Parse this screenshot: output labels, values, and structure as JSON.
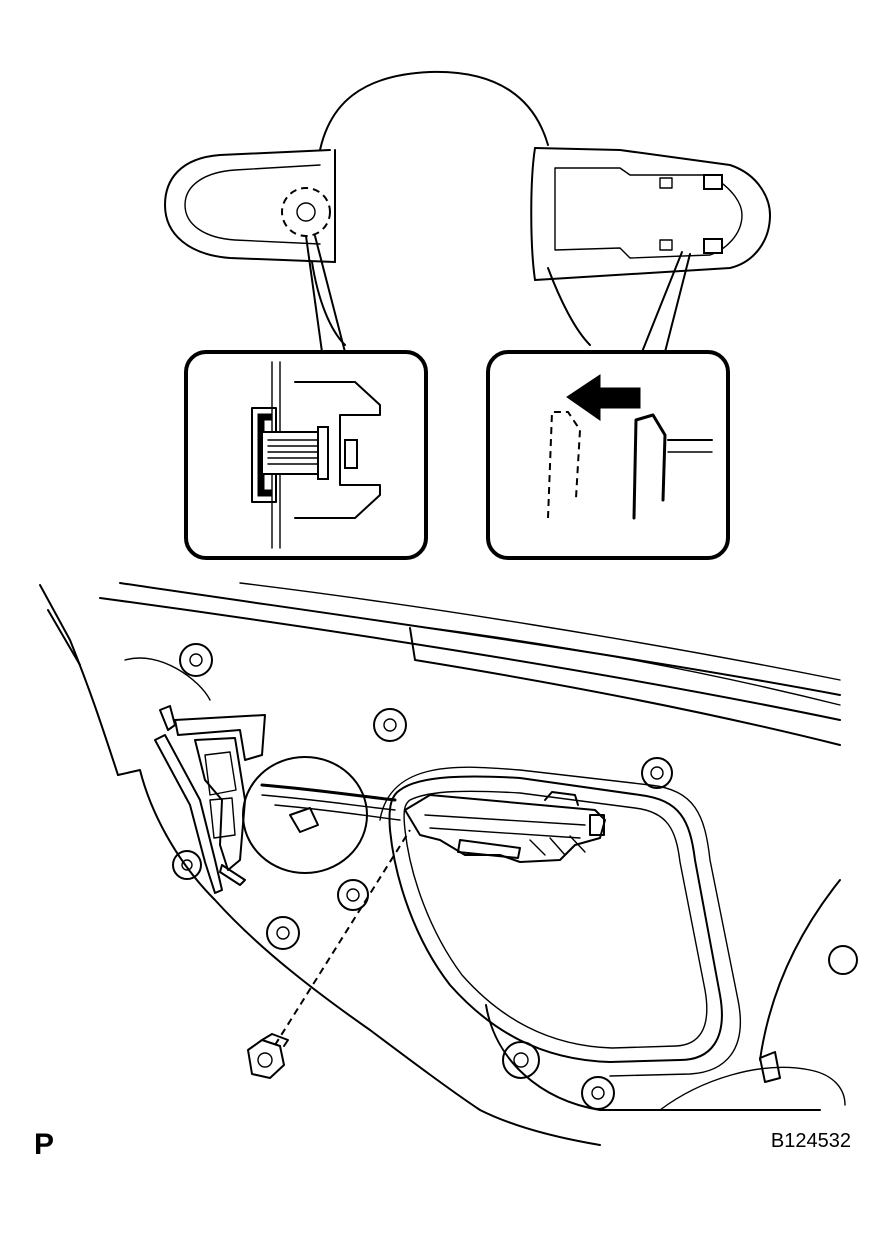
{
  "labels": {
    "view": "P",
    "figure_code": "B124532"
  },
  "detail_left": {
    "icon": "bolt-cross-section-icon"
  },
  "detail_right": {
    "icon": "clip-release-arrow-icon",
    "arrow_direction": "left"
  },
  "parts": {
    "bolt": "bolt-icon"
  }
}
